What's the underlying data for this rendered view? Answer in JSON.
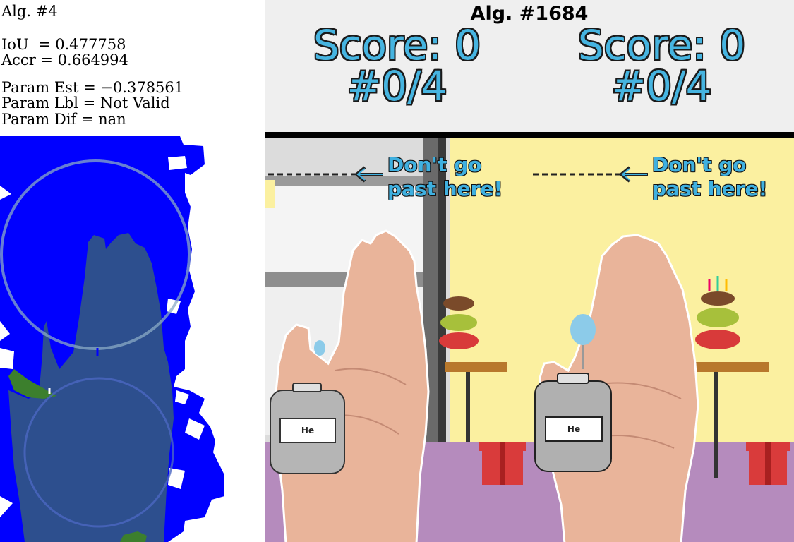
{
  "left_panel": {
    "alg_label": "Alg. #4",
    "iou": "IoU  = 0.477758",
    "accr": "Accr = 0.664994",
    "param_est": "Param Est = −0.378561",
    "param_lbl": "Param Lbl = Not Valid",
    "param_dif": "Param Dif = nan"
  },
  "game": {
    "title": "Alg. #1684",
    "left": {
      "score": "Score: 0",
      "round": "#0/4",
      "warning_line1": "Don't go",
      "warning_line2": "past here!",
      "tank_label": "He"
    },
    "right": {
      "score": "Score: 0",
      "round": "#0/4",
      "warning_line1": "Don't go",
      "warning_line2": "past here!",
      "tank_label": "He"
    }
  },
  "colors": {
    "seg_blue": "#0000ff",
    "overlay_navy": "#2d4f8e",
    "score_cyan": "#46b4e0",
    "wall_yellow": "#fbf0a0",
    "floor_purple": "#b58bbd",
    "gift_red": "#d93b3b",
    "balloon": "#8ccbe9"
  }
}
